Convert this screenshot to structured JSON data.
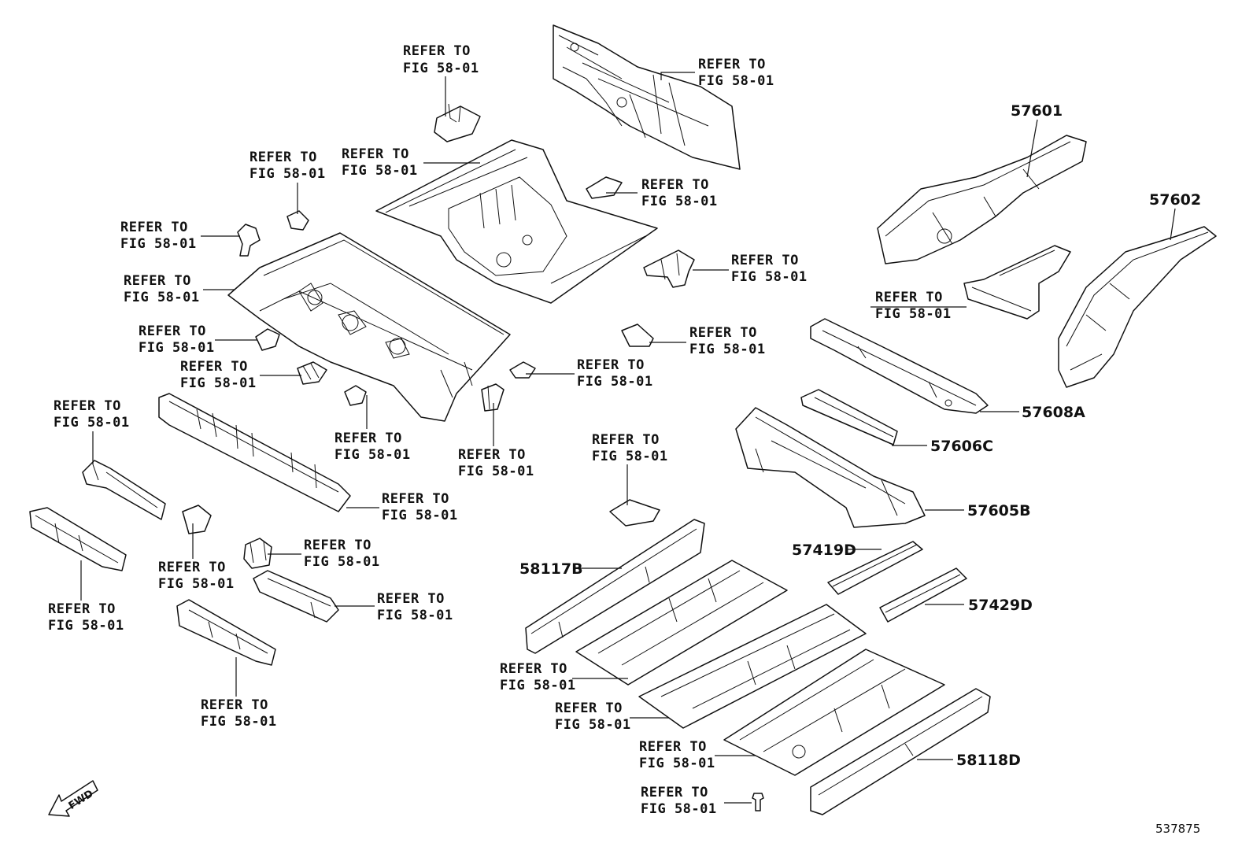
{
  "refer_line1": "REFER TO",
  "refer_line2": "FIG 58-01",
  "part_numbers": {
    "p57601": "57601",
    "p57602": "57602",
    "p57608A": "57608A",
    "p57606C": "57606C",
    "p57605B": "57605B",
    "p57419D": "57419D",
    "p57429D": "57429D",
    "p58117B": "58117B",
    "p58118D": "58118D"
  },
  "direction_arrow": "FWD",
  "diagram_code": "537875"
}
